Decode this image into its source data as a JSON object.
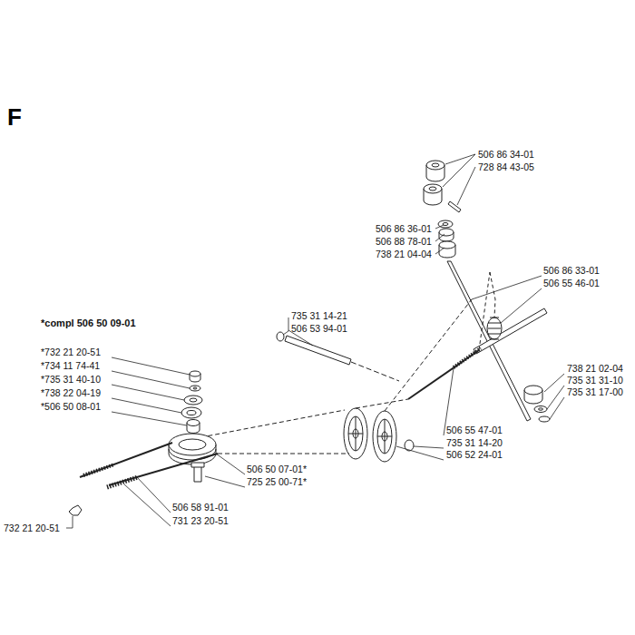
{
  "diagram": {
    "title": "F",
    "labels": [
      "506 86 34-01",
      "728 84 43-05",
      "506 86 36-01",
      "506 88 78-01",
      "738 21 04-04",
      "506 86 33-01",
      "506 55 46-01",
      "*compl 506 50 09-01",
      "735 31 14-21",
      "506 53 94-01",
      "*732 21 20-51",
      "*734 11 74-41",
      "*735 31 40-10",
      "*738 22 04-19",
      "*506 50 08-01",
      "738 21 02-04",
      "735 31 31-10",
      "735 31 17-00",
      "506 55 47-01",
      "735 31 14-20",
      "506 52 24-01",
      "506 50 07-01*",
      "725 25 00-71*",
      "506 58 91-01",
      "731 23 20-51",
      "732 21 20-51"
    ]
  }
}
